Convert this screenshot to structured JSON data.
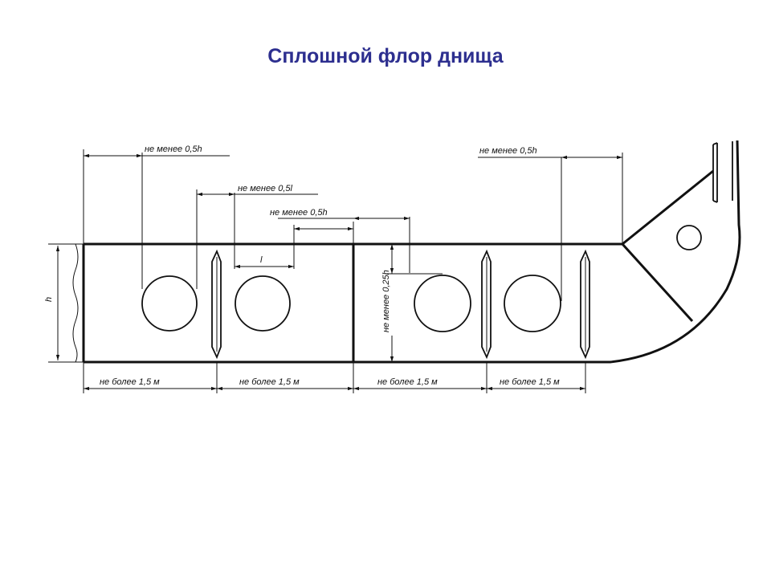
{
  "title": "Сплошной флор днища",
  "colors": {
    "title": "#2d2f8f",
    "lines": "#111111",
    "background": "#ffffff"
  },
  "labels": {
    "top_left_05h": "не менее 0,5h",
    "top_05l": "не менее 0,5l",
    "top_mid_05h": "не менее 0,5h",
    "top_right_05h": "не менее 0,5h",
    "vertical_025h": "не менее 0,25h",
    "height": "h",
    "hole_width": "l",
    "bottom": [
      "не более 1,5 м",
      "не более 1,5 м",
      "не более 1,5 м",
      "не более 1,5 м"
    ]
  }
}
